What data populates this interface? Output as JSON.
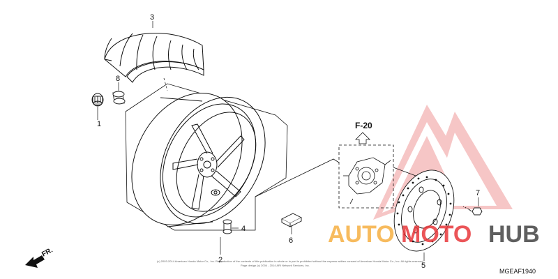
{
  "callouts": [
    "1",
    "2",
    "3",
    "4",
    "5",
    "6",
    "7",
    "8"
  ],
  "reference": {
    "label": "F-20"
  },
  "diagram_code": "MGEAF1940",
  "direction_label": "FR.",
  "copyright": {
    "line1": "(c) 2003-2014 American Honda Motor Co., Inc. Reproduction of the contents of this publication in whole or in part is prohibited without the express written consent of American Honda Motor Co., Inc. All rights reserved.",
    "line2": "Page design (c) 2004 - 2014 ARI Network Services, Inc."
  },
  "watermark": {
    "part1": "AUTO",
    "part2": "MOTO",
    "part3": "HUB",
    "colors": {
      "orange": "#f6b042",
      "red": "#e8383b",
      "dark": "#444444"
    }
  }
}
